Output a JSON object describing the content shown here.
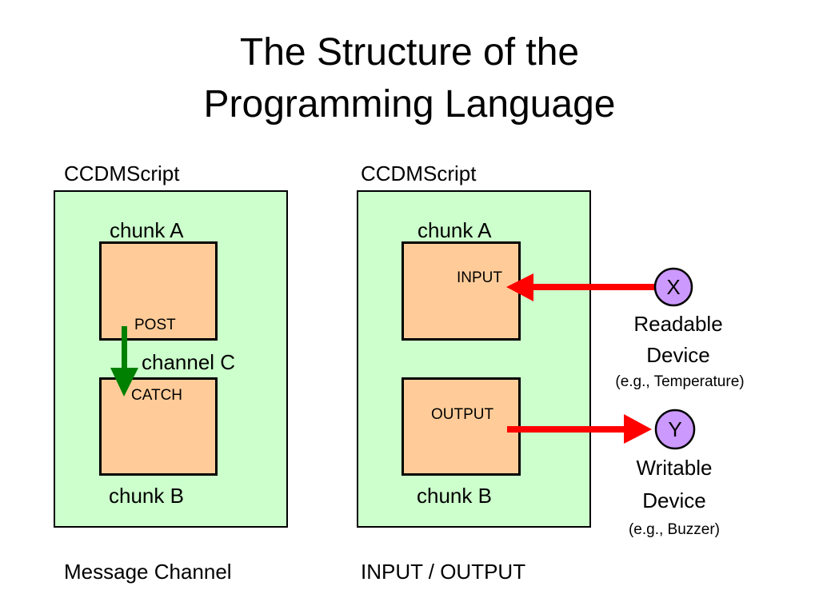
{
  "title": {
    "line1": "The Structure of the",
    "line2": "Programming Language"
  },
  "left_panel": {
    "header": "CCDMScript",
    "chunk_a_label": "chunk A",
    "chunk_b_label": "chunk B",
    "post_label": "POST",
    "catch_label": "CATCH",
    "channel_label": "channel C",
    "caption": "Message Channel"
  },
  "right_panel": {
    "header": "CCDMScript",
    "chunk_a_label": "chunk A",
    "chunk_b_label": "chunk B",
    "input_label": "INPUT",
    "output_label": "OUTPUT",
    "caption": "INPUT / OUTPUT"
  },
  "devices": {
    "readable": {
      "symbol": "X",
      "name_line1": "Readable",
      "name_line2": "Device",
      "example": "(e.g., Temperature)"
    },
    "writable": {
      "symbol": "Y",
      "name_line1": "Writable",
      "name_line2": "Device",
      "example": "(e.g., Buzzer)"
    }
  },
  "colors": {
    "container_fill": "#ccffcc",
    "chunk_fill": "#ffcc99",
    "device_fill": "#cc99ff",
    "channel_arrow": "#008000",
    "io_arrow": "#ff0000"
  }
}
